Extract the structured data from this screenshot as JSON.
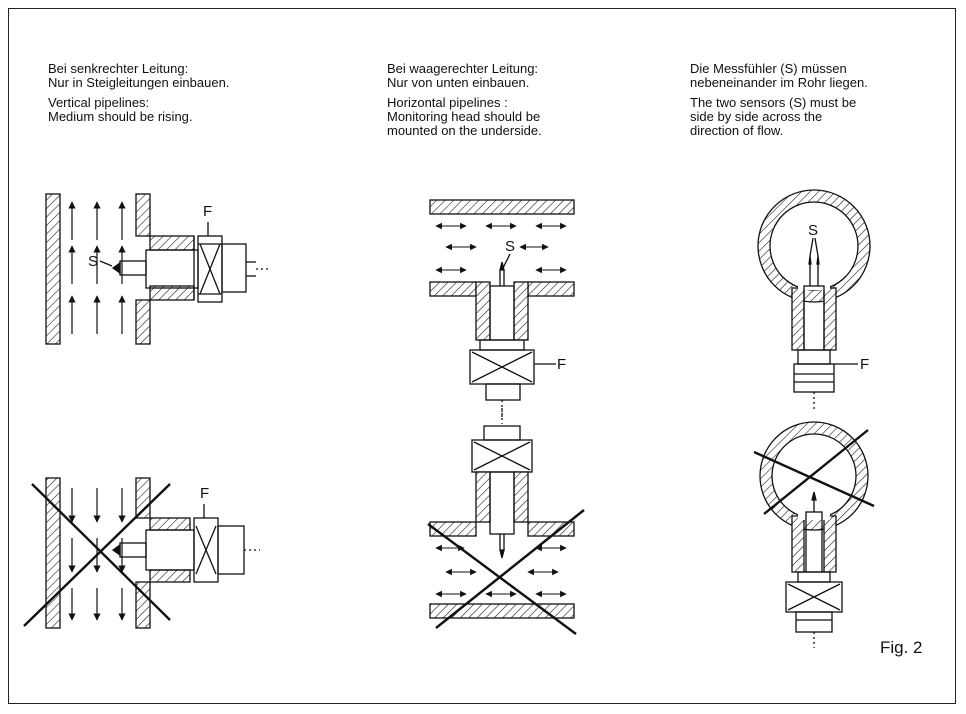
{
  "columns": [
    {
      "de": "Bei senkrechter Leitung:\nNur in Steigleitungen einbauen.",
      "en": "Vertical pipelines:\nMedium should be rising."
    },
    {
      "de": "Bei waagerechter Leitung:\nNur von unten einbauen.",
      "en": "Horizontal pipelines :\nMonitoring head should be\nmounted on the underside."
    },
    {
      "de": "Die Messfühler (S) müssen\nnebeneinander im Rohr liegen.",
      "en": "The two sensors (S) must be\nside by side across the\ndirection of flow."
    }
  ],
  "labels": {
    "flange": "F",
    "sensor": "S"
  },
  "figure_label": "Fig. 2"
}
